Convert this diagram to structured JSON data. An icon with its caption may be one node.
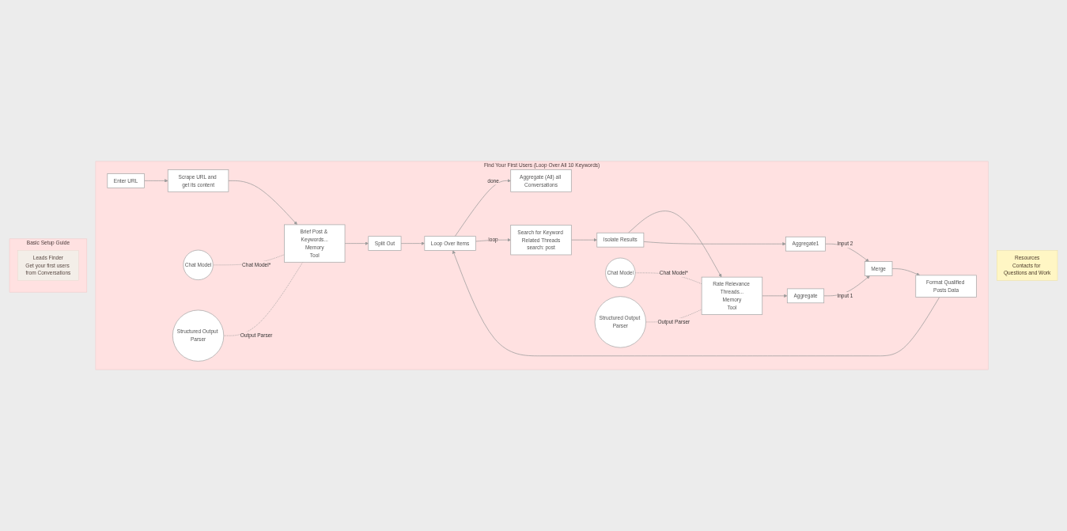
{
  "diagram": {
    "nodes": [
      {
        "text": [
          "Basic Setup Guide"
        ]
      },
      {
        "text": [
          "Leads Finder",
          "Get your first users from Conversations"
        ],
        "in": 0
      },
      {
        "text": [
          "Find Your First Users (Loop Over All 10 Keywords)"
        ]
      },
      {
        "text": [
          "Enter URL"
        ],
        "in": 2
      },
      {
        "text": [
          "Scrape URL and get its content"
        ],
        "in": 2
      },
      {
        "text": [
          "Brief Post & Keywords...",
          "Memory",
          "Tool"
        ],
        "in": 2
      },
      {
        "text": [
          "Chat Model"
        ],
        "in": 2
      },
      {
        "text": [
          "Structured Output Parser"
        ],
        "in": 2
      },
      {
        "text": [
          "Split Out"
        ],
        "in": 2
      },
      {
        "text": [
          "Loop Over Items"
        ],
        "in": 2
      },
      {
        "text": [
          "Aggregate (All) all Conversations"
        ],
        "in": 2
      },
      {
        "text": [
          "Search for Keyword Related Threads",
          "search: post"
        ],
        "in": 2
      },
      {
        "text": [
          "Isolate Results"
        ],
        "in": 2
      },
      {
        "text": [
          "Rate Relevance Threads...",
          "Memory",
          "Tool"
        ],
        "in": 2
      },
      {
        "text": [
          "Chat Model"
        ],
        "in": 2
      },
      {
        "text": [
          "Structured Output Parser"
        ],
        "in": 2
      },
      {
        "text": [
          "Aggregate"
        ],
        "in": 2
      },
      {
        "text": [
          "Aggregate1"
        ],
        "in": 2
      },
      {
        "text": [
          "Merge"
        ],
        "in": 2
      },
      {
        "text": [
          "Format Qualified Posts Data"
        ],
        "in": 2
      },
      {
        "text": [
          "Resources",
          "Contacts for Questions and Work"
        ]
      }
    ],
    "edges": [
      {
        "from": 3,
        "to": 4,
        "arrow": "to"
      },
      {
        "from": 4,
        "to": 5,
        "arrow": "to"
      },
      {
        "from": 6,
        "to": 5,
        "arrow": "none",
        "style": "dashed",
        "label": "Chat Model*"
      },
      {
        "from": 7,
        "to": 5,
        "arrow": "none",
        "style": "dashed",
        "label": "Output Parser"
      },
      {
        "from": 5,
        "to": 8,
        "arrow": "to"
      },
      {
        "from": 8,
        "to": 9,
        "arrow": "to"
      },
      {
        "from": 9,
        "to": 10,
        "arrow": "to",
        "label": "done"
      },
      {
        "from": 9,
        "to": 11,
        "arrow": "to",
        "label": "loop"
      },
      {
        "from": 11,
        "to": 12,
        "arrow": "to"
      },
      {
        "from": 12,
        "to": 13,
        "arrow": "to"
      },
      {
        "from": 12,
        "to": 17,
        "arrow": "to"
      },
      {
        "from": 14,
        "to": 13,
        "arrow": "none",
        "style": "dashed",
        "label": "Chat Model*"
      },
      {
        "from": 15,
        "to": 13,
        "arrow": "none",
        "style": "dashed",
        "label": "Output Parser"
      },
      {
        "from": 13,
        "to": 16,
        "arrow": "to"
      },
      {
        "from": 16,
        "to": 18,
        "arrow": "to",
        "label": "Input 1"
      },
      {
        "from": 17,
        "to": 18,
        "arrow": "to",
        "label": "Input 2"
      },
      {
        "from": 18,
        "to": 19,
        "arrow": "to"
      },
      {
        "from": 19,
        "to": 9,
        "arrow": "to"
      }
    ]
  }
}
